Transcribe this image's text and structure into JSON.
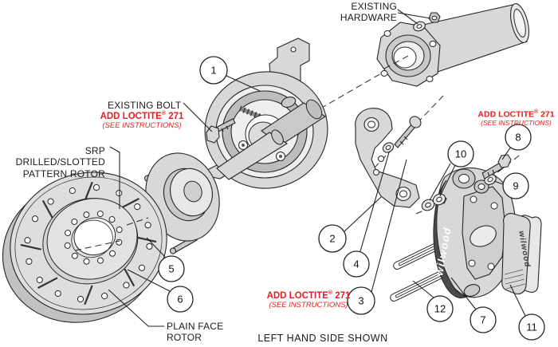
{
  "colors": {
    "red_note": "#e31e24",
    "line": "#262626",
    "metal": "#d8d8d8",
    "caliper_band": "#4a4a4a",
    "background": "#ffffff"
  },
  "labels": {
    "existing_hardware": "EXISTING\nHARDWARE",
    "existing_bolt": "EXISTING BOLT",
    "srp_rotor": "SRP DRILLED/SLOTTED\nPATTERN ROTOR",
    "plain_face_rotor": "PLAIN FACE\nROTOR",
    "footer": "LEFT HAND SIDE SHOWN"
  },
  "loctite": {
    "pre": "ADD LOCTITE",
    "reg": "®",
    "post": " 271",
    "note": "(SEE INSTRUCTIONS)"
  },
  "brand": "wilwood",
  "callouts": [
    "1",
    "2",
    "3",
    "4",
    "5",
    "6",
    "7",
    "8",
    "9",
    "10",
    "11",
    "12"
  ]
}
